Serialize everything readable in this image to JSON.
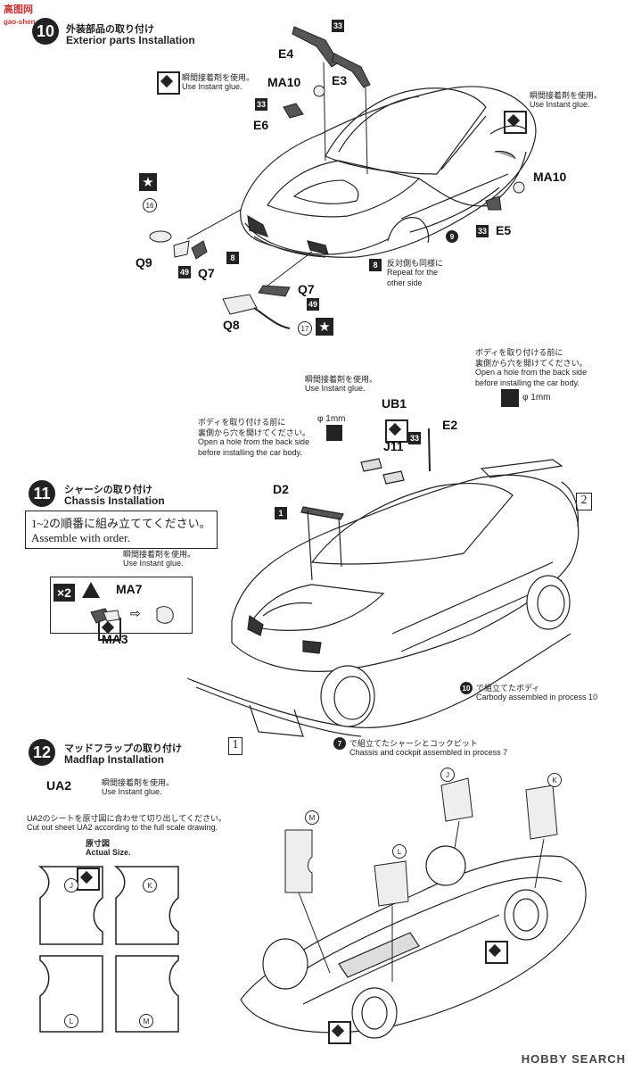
{
  "watermark": {
    "logo": "高图网",
    "logo_sub": "gao-shen.com",
    "bottom": "HOBBY SEARCH"
  },
  "step10": {
    "num": "10",
    "title_jp": "外装部品の取り付け",
    "title_en": "Exterior parts Installation"
  },
  "glue": {
    "jp": "瞬間接着剤を使用。",
    "en": "Use Instant glue."
  },
  "s10_parts": {
    "e4": "E4",
    "e3": "E3",
    "ma10a": "MA10",
    "e6": "E6",
    "ma10b": "MA10",
    "e5": "E5",
    "q9": "Q9",
    "q7a": "Q7",
    "q7b": "Q7",
    "q8": "Q8",
    "n33a": "33",
    "n33b": "33",
    "n33c": "33",
    "n16": "16",
    "n49a": "49",
    "n8a": "8",
    "n8b": "8",
    "n9": "9",
    "n49b": "49",
    "n17": "17"
  },
  "repeat": {
    "jp": "反対側も同様に",
    "en1": "Repeat for the",
    "en2": "other side"
  },
  "hole_note": {
    "jp1": "ボディを取り付ける前に",
    "jp2": "裏側から穴を開けてください。",
    "en1": "Open a hole from the back side",
    "en2": "before installing the car body.",
    "dia": "φ 1mm"
  },
  "s11_parts": {
    "ub1": "UB1",
    "e2": "E2",
    "j11": "J11",
    "d2": "D2",
    "n33": "33",
    "n1": "1",
    "n2": "2",
    "ma7": "MA7",
    "ma3": "MA3",
    "x2": "×2",
    "box1": "1"
  },
  "step11": {
    "num": "11",
    "title_jp": "シャーシの取り付け",
    "title_en": "Chassis Installation"
  },
  "order": {
    "jp": "1~2の順番に組み立ててください。",
    "en": "Assemble with order."
  },
  "carbody": {
    "num": "10",
    "jp": "で組立てたボディ",
    "en": "Carbody assembled in process 10"
  },
  "chassis": {
    "num": "7",
    "jp": "で組立てたシャーシとコックピット",
    "en": "Chassis and cockpit assembled in process 7"
  },
  "step12": {
    "num": "12",
    "title_jp": "マッドフラップの取り付け",
    "title_en": "Madflap Installation"
  },
  "s12": {
    "ua2": "UA2",
    "cut_jp": "UA2のシートを原寸図に合わせて切り出してください。",
    "cut_en": "Cut out sheet UA2 according to the full scale drawing.",
    "actual_jp": "原寸図",
    "actual_en": "Actual Size.",
    "flaps": [
      "J",
      "K",
      "L",
      "M"
    ]
  }
}
